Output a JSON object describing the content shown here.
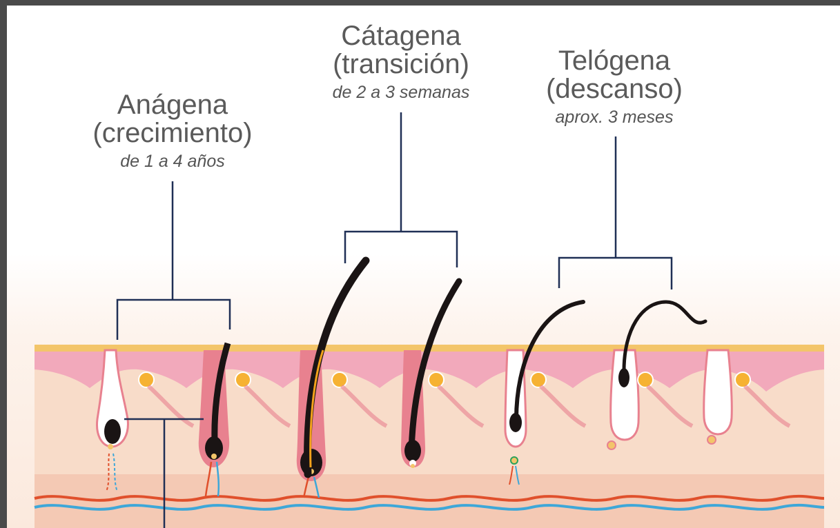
{
  "phases": [
    {
      "key": "anagen",
      "title": "Anágena",
      "subtitle": "(crecimiento)",
      "duration": "de 1 a 4 años"
    },
    {
      "key": "catagen",
      "title": "Cátagena",
      "subtitle": "(transición)",
      "duration": "de 2 a 3 semanas"
    },
    {
      "key": "telogen",
      "title": "Telógena",
      "subtitle": "(descanso)",
      "duration": "aprox. 3 meses"
    }
  ],
  "colors": {
    "bracket": "#1f2f55",
    "skin": "#f7d7c6",
    "skin_edge": "#e8818f",
    "epidermis": "#f4b6c4",
    "surface": "#f3c56a",
    "hair": "#1a1414",
    "artery": "#e0502c",
    "vein": "#3ea7d8",
    "gland": "#f6b233"
  }
}
